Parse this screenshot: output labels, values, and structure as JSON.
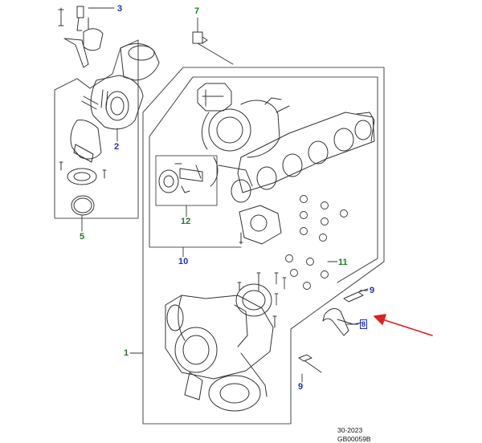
{
  "callouts": {
    "c1": "1",
    "c2": "2",
    "c3": "3",
    "c5": "5",
    "c7": "7",
    "c9a": "9",
    "c9b": "9",
    "c10": "10",
    "c11": "11",
    "c12": "12",
    "c8": "8"
  },
  "footer": {
    "date_code": "30-2023",
    "drawing_id": "GB00059B"
  },
  "colors": {
    "line": "#333333",
    "frame": "#555555",
    "callout_blue": "#1b2fbf",
    "callout_green": "#1f7a2a",
    "arrow_red": "#e02020"
  }
}
